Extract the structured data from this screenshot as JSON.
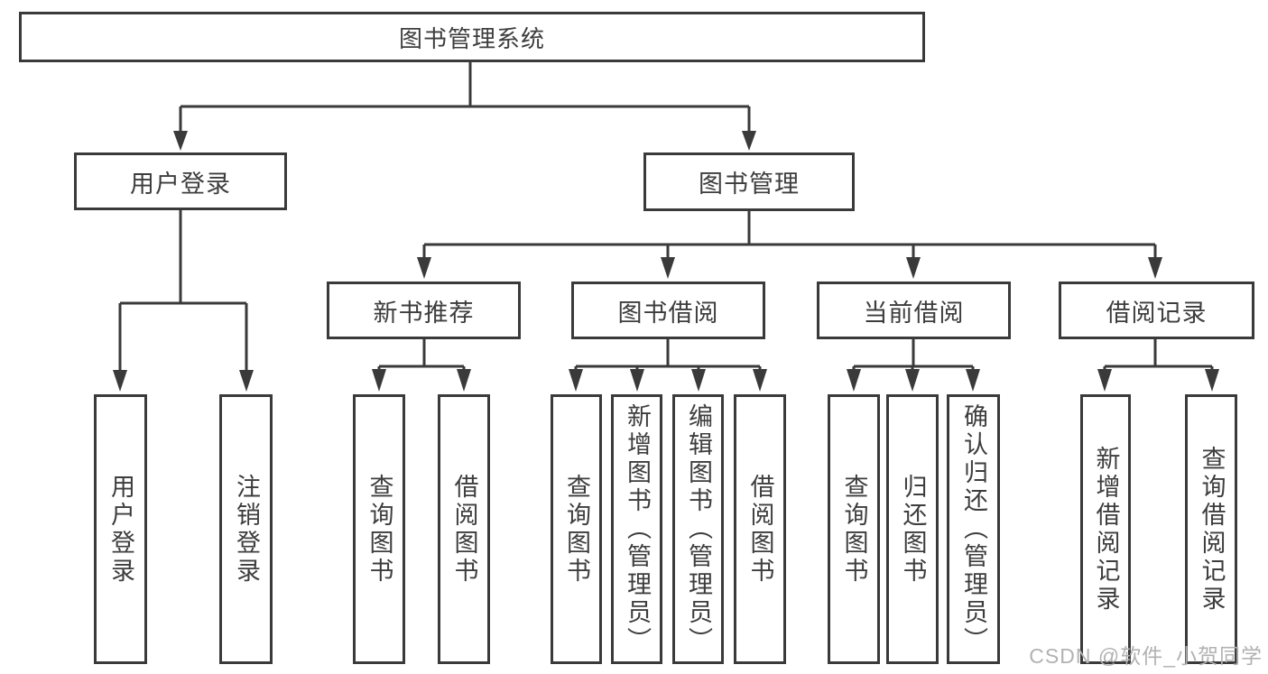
{
  "tree": {
    "root": {
      "label": "图书管理系统"
    },
    "branches": [
      {
        "label": "用户登录",
        "children": [
          {
            "label": "用户登录"
          },
          {
            "label": "注销登录"
          }
        ]
      },
      {
        "label": "图书管理",
        "groups": [
          {
            "label": "新书推荐",
            "children": [
              {
                "label": "查询图书"
              },
              {
                "label": "借阅图书"
              }
            ]
          },
          {
            "label": "图书借阅",
            "children": [
              {
                "label": "查询图书"
              },
              {
                "label": "新增图书（管理员）"
              },
              {
                "label": "编辑图书（管理员）"
              },
              {
                "label": "借阅图书"
              }
            ]
          },
          {
            "label": "当前借阅",
            "children": [
              {
                "label": "查询图书"
              },
              {
                "label": "归还图书"
              },
              {
                "label": "确认归还（管理员）"
              }
            ]
          },
          {
            "label": "借阅记录",
            "children": [
              {
                "label": "新增借阅记录"
              },
              {
                "label": "查询借阅记录"
              }
            ]
          }
        ]
      }
    ]
  },
  "watermark": {
    "text": "CSDN @软件_小贺同学"
  },
  "colors": {
    "line": "#3a3a3a",
    "text": "#3d3d3d",
    "watermark": "#b2b2b2",
    "background": "#ffffff"
  }
}
